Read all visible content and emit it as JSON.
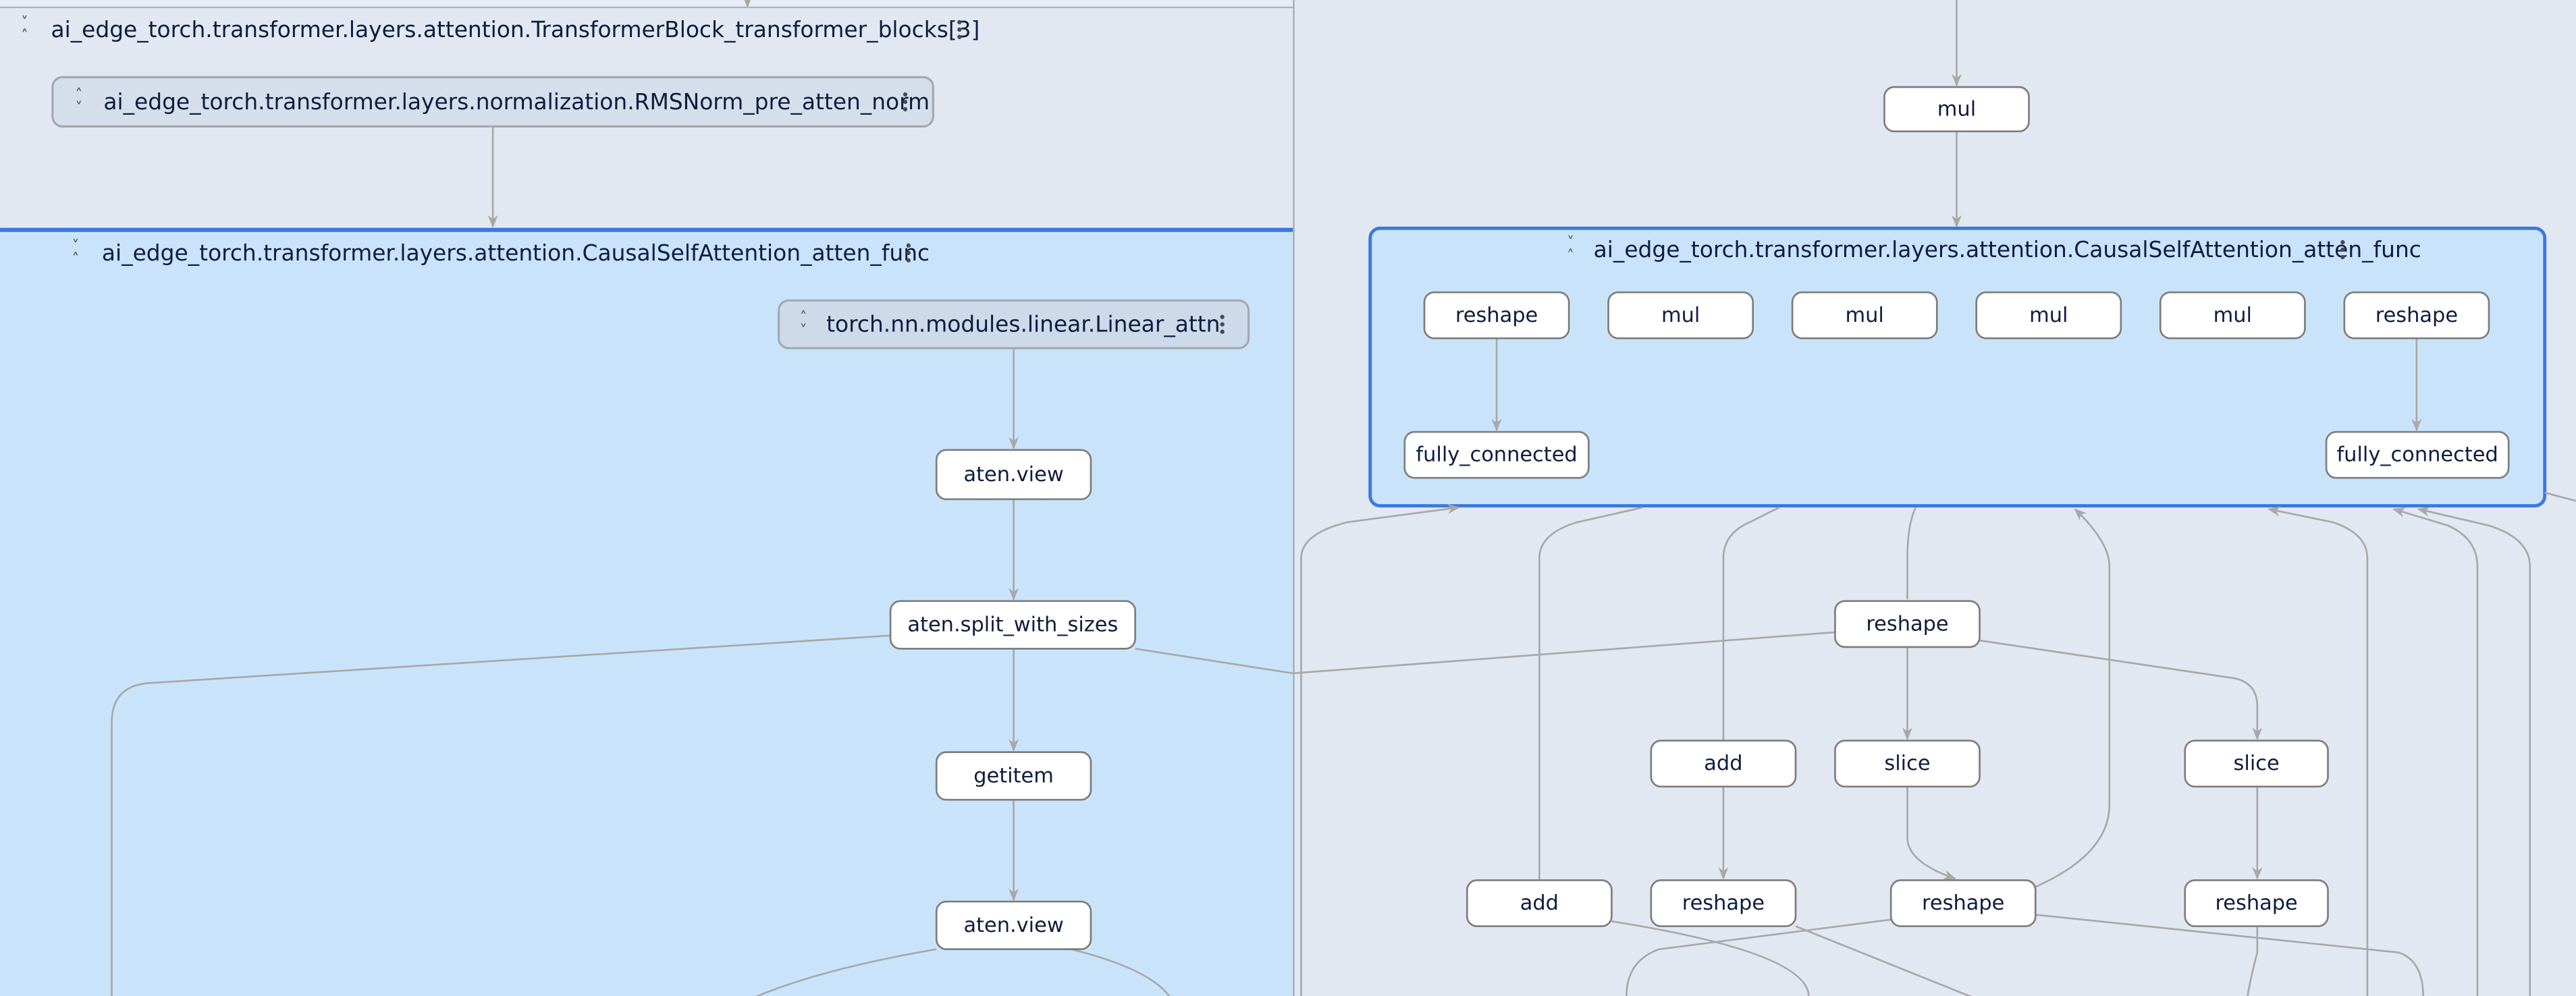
{
  "left_pane": {
    "transformer_block": {
      "title": "ai_edge_torch.transformer.layers.attention.TransformerBlock_transformer_blocks[3]",
      "icon": "collapse-icon"
    },
    "rmsnorm": {
      "title": "ai_edge_torch.transformer.layers.normalization.RMSNorm_pre_atten_norm",
      "icon": "expand-icon"
    },
    "attention_group": {
      "title": "ai_edge_torch.transformer.layers.attention.CausalSelfAttention_atten_func",
      "icon": "collapse-icon"
    },
    "linear_attn": {
      "title": "torch.nn.modules.linear.Linear_attn",
      "icon": "expand-icon"
    },
    "nodes": [
      "aten.view",
      "aten.split_with_sizes",
      "getitem",
      "aten.view"
    ]
  },
  "right_pane": {
    "top_node": "mul",
    "attention_group": {
      "title": "ai_edge_torch.transformer.layers.attention.CausalSelfAttention_atten_func",
      "icon": "collapse-icon"
    },
    "group_row": [
      "reshape",
      "mul",
      "mul",
      "mul",
      "mul",
      "reshape"
    ],
    "group_fc": [
      "fully_connected",
      "fully_connected"
    ],
    "nodes": {
      "reshape_mid": "reshape",
      "add_1": "add",
      "slice_1": "slice",
      "slice_2": "slice",
      "add_2": "add",
      "reshape_a": "reshape",
      "reshape_b": "reshape",
      "reshape_c": "reshape"
    }
  },
  "colors": {
    "background": "#e1e8f2",
    "selected_group_fill": "#c9e4fa",
    "selected_group_border": "#3b78e0",
    "node_fill": "#ffffff",
    "edge": "#a8a8a8"
  }
}
